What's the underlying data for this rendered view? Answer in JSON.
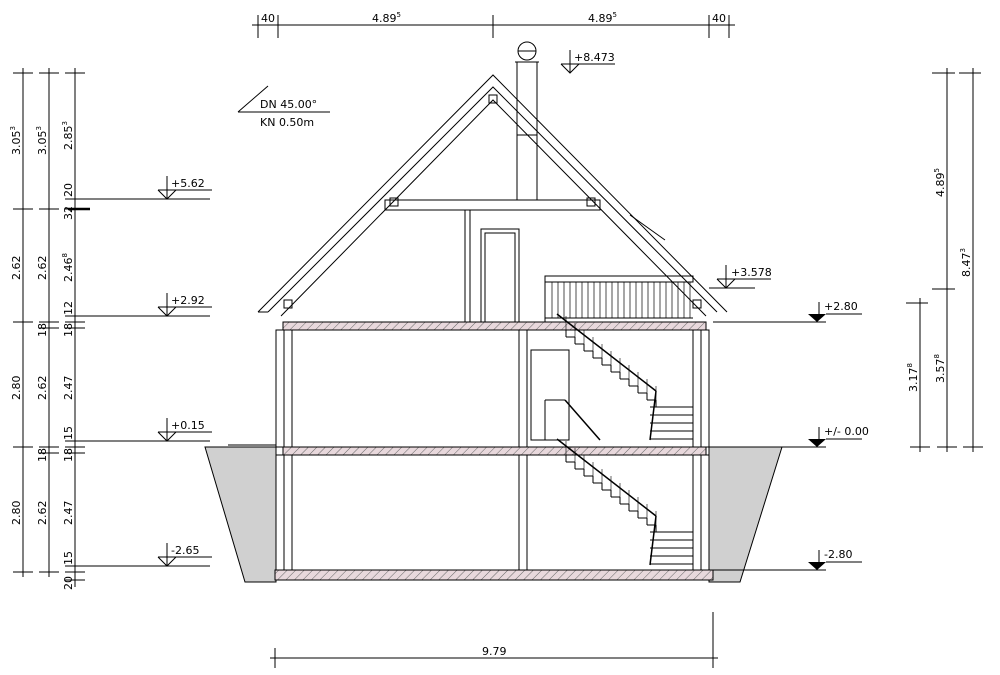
{
  "drawing": {
    "roof_note": {
      "pitch": "DN 45.00°",
      "overhang": "KN 0.50m"
    },
    "top_dims": [
      {
        "value": "40",
        "sup": ""
      },
      {
        "value": "4.89",
        "sup": "5"
      },
      {
        "value": "4.89",
        "sup": "5"
      },
      {
        "value": "40",
        "sup": ""
      }
    ],
    "bottom_dim": {
      "value": "9.79"
    },
    "left_dims": {
      "col1": [
        {
          "value": "3.05",
          "sup": "3"
        },
        {
          "value": "2.62",
          "sup": ""
        },
        {
          "value": "2.80",
          "sup": ""
        },
        {
          "value": "2.80",
          "sup": ""
        }
      ],
      "col2": [
        {
          "value": "3.05",
          "sup": "3"
        },
        {
          "value": "2.62",
          "sup": ""
        },
        {
          "value": "18",
          "sup": ""
        },
        {
          "value": "2.62",
          "sup": ""
        },
        {
          "value": "18",
          "sup": ""
        },
        {
          "value": "2.62",
          "sup": ""
        }
      ],
      "col3": [
        {
          "value": "2.85",
          "sup": "3"
        },
        {
          "value": "20",
          "sup": ""
        },
        {
          "value": "32",
          "sup": ""
        },
        {
          "value": "2.46",
          "sup": "8"
        },
        {
          "value": "12",
          "sup": ""
        },
        {
          "value": "18",
          "sup": ""
        },
        {
          "value": "2.47",
          "sup": ""
        },
        {
          "value": "15",
          "sup": ""
        },
        {
          "value": "18",
          "sup": ""
        },
        {
          "value": "2.47",
          "sup": ""
        },
        {
          "value": "15",
          "sup": ""
        },
        {
          "value": "20",
          "sup": ""
        }
      ]
    },
    "right_dims": [
      {
        "value": "3.17",
        "sup": "8"
      },
      {
        "value": "4.89",
        "sup": "5"
      },
      {
        "value": "3.57",
        "sup": "8"
      },
      {
        "value": "8.47",
        "sup": "3"
      }
    ],
    "levels_left": [
      "+5.62",
      "+2.92",
      "+0.15",
      "-2.65"
    ],
    "levels_right": [
      "+2.80",
      "+/- 0.00",
      "-2.80"
    ],
    "level_eave": "+3.578",
    "level_top": "+8.473"
  }
}
